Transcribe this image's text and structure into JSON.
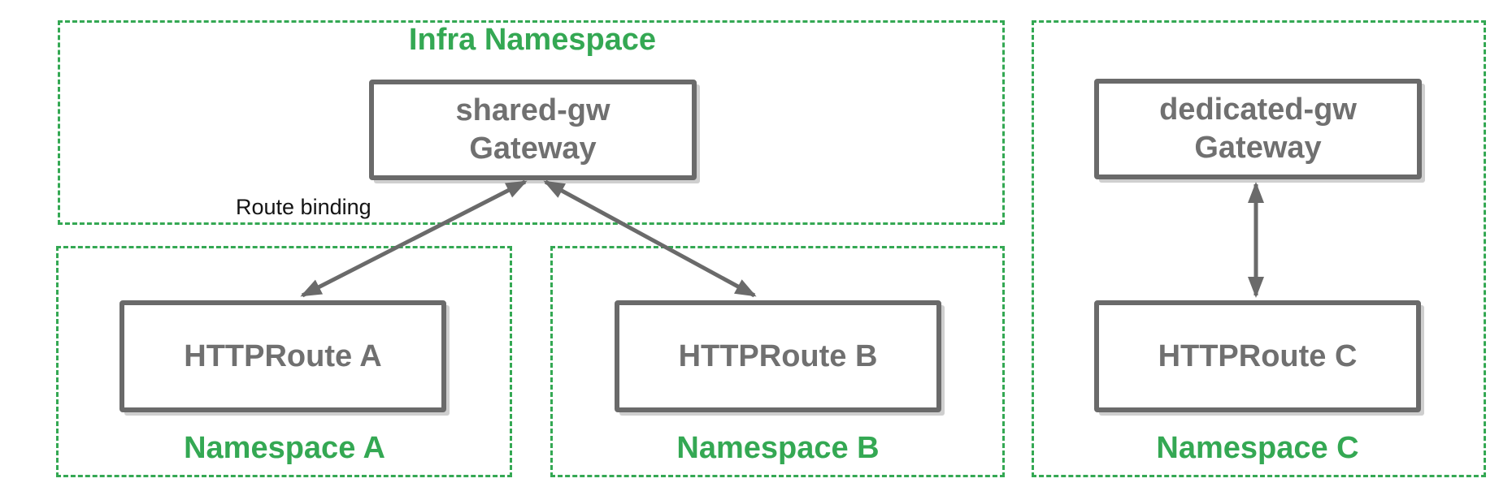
{
  "diagram": {
    "infra_namespace": {
      "label": "Infra Namespace",
      "gateway": {
        "line1": "shared-gw",
        "line2": "Gateway"
      }
    },
    "namespace_a": {
      "label": "Namespace A",
      "route": {
        "label": "HTTPRoute A"
      }
    },
    "namespace_b": {
      "label": "Namespace B",
      "route": {
        "label": "HTTPRoute B"
      }
    },
    "namespace_c": {
      "label": "Namespace C",
      "gateway": {
        "line1": "dedicated-gw",
        "line2": "Gateway"
      },
      "route": {
        "label": "HTTPRoute C"
      }
    },
    "edge_label": "Route binding",
    "colors": {
      "namespace_green": "#34A853",
      "node_border_gray": "#6A6A6A",
      "node_text_gray": "#707070",
      "edge_label_black": "#141414",
      "background": "#FFFFFF"
    }
  }
}
